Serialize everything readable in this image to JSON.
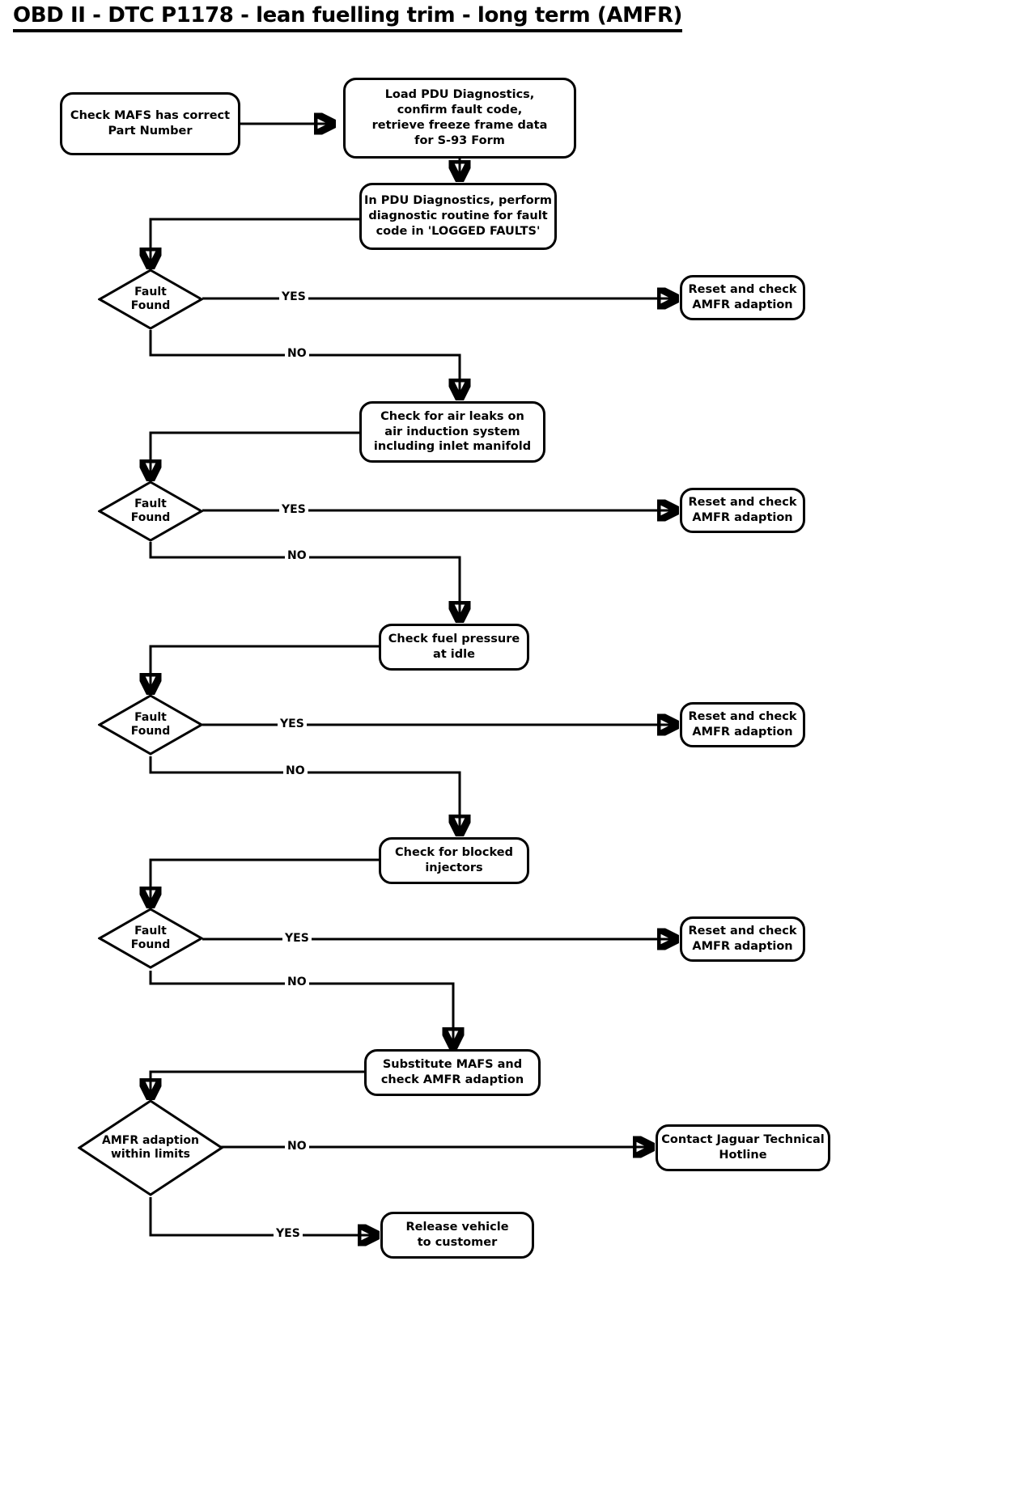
{
  "document": {
    "title": "OBD II - DTC P1178 - lean fuelling trim - long term (AMFR)"
  },
  "flowchart": {
    "type": "flowchart",
    "orientation": "top-down",
    "nodes": [
      {
        "id": "n1",
        "shape": "process",
        "text": "Check MAFS has correct\nPart Number",
        "line1": "Check MAFS has correct",
        "line2": "Part Number"
      },
      {
        "id": "n2",
        "shape": "process",
        "text": "Load PDU Diagnostics, confirm fault code, retrieve freeze frame data for S-93 Form",
        "line1": "Load PDU Diagnostics,",
        "line2": "confirm fault code,",
        "line3": "retrieve freeze frame data",
        "line4": "for S-93 Form"
      },
      {
        "id": "n3",
        "shape": "process",
        "text": "In PDU Diagnostics, perform diagnostic routine for fault code in 'LOGGED FAULTS'",
        "line1": "In PDU Diagnostics, perform",
        "line2": "diagnostic routine for fault",
        "line3": "code in 'LOGGED FAULTS'"
      },
      {
        "id": "d1",
        "shape": "decision",
        "line1": "Fault",
        "line2": "Found"
      },
      {
        "id": "r1",
        "shape": "process",
        "line1": "Reset and check",
        "line2": "AMFR adaption"
      },
      {
        "id": "n4",
        "shape": "process",
        "line1": "Check for air leaks on",
        "line2": "air induction system",
        "line3": "including inlet manifold"
      },
      {
        "id": "d2",
        "shape": "decision",
        "line1": "Fault",
        "line2": "Found"
      },
      {
        "id": "r2",
        "shape": "process",
        "line1": "Reset and check",
        "line2": "AMFR adaption"
      },
      {
        "id": "n5",
        "shape": "process",
        "line1": "Check fuel pressure",
        "line2": "at idle"
      },
      {
        "id": "d3",
        "shape": "decision",
        "line1": "Fault",
        "line2": "Found"
      },
      {
        "id": "r3",
        "shape": "process",
        "line1": "Reset and check",
        "line2": "AMFR adaption"
      },
      {
        "id": "n6",
        "shape": "process",
        "line1": "Check for blocked",
        "line2": "injectors"
      },
      {
        "id": "d4",
        "shape": "decision",
        "line1": "Fault",
        "line2": "Found"
      },
      {
        "id": "r4",
        "shape": "process",
        "line1": "Reset and check",
        "line2": "AMFR adaption"
      },
      {
        "id": "n7",
        "shape": "process",
        "line1": "Substitute MAFS and",
        "line2": "check AMFR adaption"
      },
      {
        "id": "d5",
        "shape": "decision",
        "line1": "AMFR adaption",
        "line2": "within limits"
      },
      {
        "id": "r5",
        "shape": "process",
        "line1": "Contact Jaguar Technical",
        "line2": "Hotline"
      },
      {
        "id": "n8",
        "shape": "process",
        "line1": "Release vehicle",
        "line2": "to customer"
      }
    ],
    "edge_labels": {
      "yes1": "YES",
      "no1": "NO",
      "yes2": "YES",
      "no2": "NO",
      "yes3": "YES",
      "no3": "NO",
      "yes4": "YES",
      "no4": "NO",
      "no5": "NO",
      "yes5": "YES"
    },
    "colors": {
      "stroke": "#000000",
      "background": "#ffffff",
      "text": "#000000"
    }
  }
}
